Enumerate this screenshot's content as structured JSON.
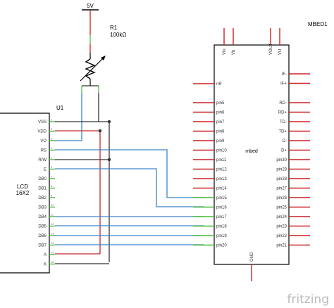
{
  "power": {
    "label": "5V"
  },
  "resistor": {
    "ref": "R1",
    "value": "100kΩ"
  },
  "lcd": {
    "ref": "U1",
    "title_line1": "LCD",
    "title_line2": "16X2",
    "pins": [
      "VSS",
      "VDD",
      "VO",
      "RS",
      "R/W",
      "E",
      "DB0",
      "DB1",
      "DB2",
      "DB3",
      "DB4",
      "DB5",
      "DB6",
      "DB7",
      "A",
      "K"
    ],
    "pin_numbers": [
      "1",
      "2",
      "3",
      "4",
      "5",
      "6",
      "7",
      "8",
      "9",
      "10",
      "11",
      "12",
      "13",
      "14",
      "15",
      "16"
    ]
  },
  "mbed": {
    "ref": "MBED1",
    "label": "mbed",
    "top_pins": [
      "Vin",
      "Vb",
      "VOUT",
      "VU"
    ],
    "bottom_pins": [
      "GND"
    ],
    "left_pins": [
      "nR",
      "pin5",
      "pin6",
      "pin7",
      "pin8",
      "pin9",
      "pin10",
      "pin11",
      "pin12",
      "pin13",
      "pin14",
      "pin15",
      "pin16",
      "pin17",
      "pin18",
      "pin19",
      "pin20"
    ],
    "right_pins": [
      "IF-",
      "IF+",
      "RD-",
      "RD+",
      "TD-",
      "TD+",
      "D-",
      "D+",
      "pin30",
      "pin29",
      "pin28",
      "pin27",
      "pin26",
      "pin25",
      "pin24",
      "pin23",
      "pin22",
      "pin21"
    ]
  },
  "colors": {
    "wire_blue": "#3c84c8",
    "wire_red": "#c0282a",
    "wire_black": "#333333",
    "pin_red": "#cc2222",
    "pin_green": "#44bb33"
  },
  "brand": {
    "logo": "fritzing"
  }
}
